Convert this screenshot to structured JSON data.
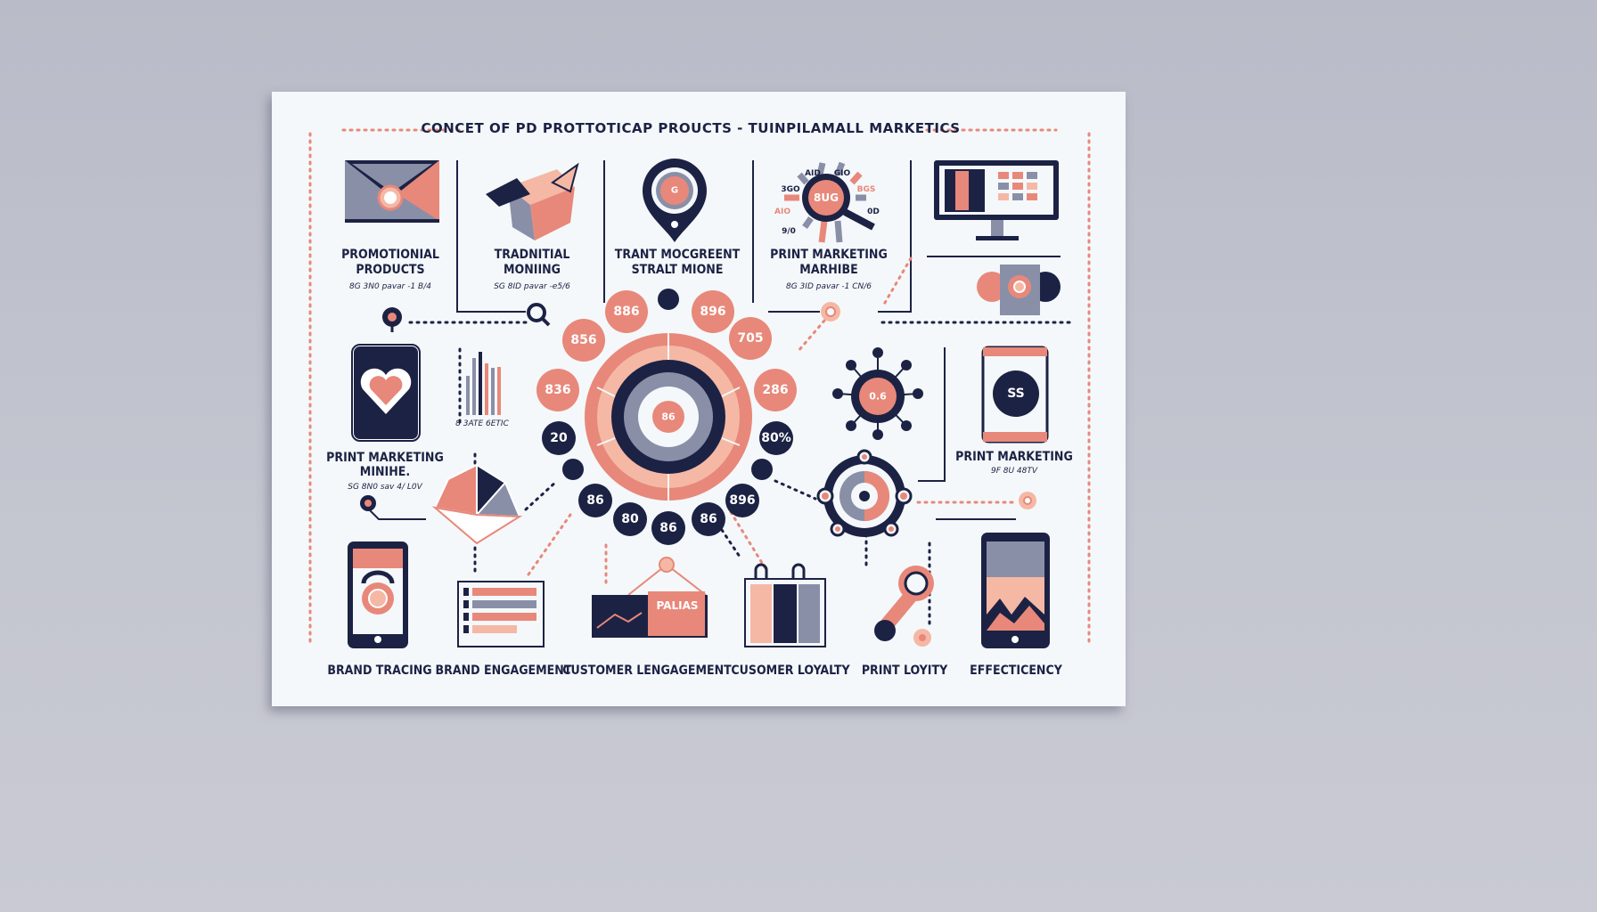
{
  "title": "CONCET OF PD PROTTOTICAP PROUCTS - TUINPILAMALL MARKETICS",
  "colors": {
    "navy": "#1c2244",
    "salmon": "#e8887a",
    "peach": "#f5b8a5",
    "grey": "#8a8fa8",
    "card": "#f4f8fa",
    "background": "#bfc1cc"
  },
  "top_items": [
    {
      "icon": "envelope-icon",
      "line1": "PROMOTIONIAL",
      "line2": "PRODUCTS",
      "sub": "8G 3N0 pavar -1 B/4"
    },
    {
      "icon": "rocket-box-icon",
      "line1": "TRADNITIAL",
      "line2": "MONIING",
      "sub": "SG 8ID pavar -e5/6"
    },
    {
      "icon": "location-pin-icon",
      "line1": "TRANT MOCGREENT",
      "line2": "STRALT MIONE",
      "sub": ""
    },
    {
      "icon": "magnifier-gear-icon",
      "line1": "PRINT MARKETING",
      "line2": "MARHIBE",
      "sub": "8G 3ID pavar -1 CN/6"
    },
    {
      "icon": "monitor-icon",
      "line1": "",
      "line2": "",
      "sub": ""
    }
  ],
  "gear_labels": [
    "AID",
    "GIO",
    "3GO",
    "BGS",
    "AIO",
    "0D",
    "9/0"
  ],
  "gear_center": "8UG",
  "pin_center": "G",
  "left_middle": {
    "line1": "PRINT MARKETING",
    "line2": "MINIHE.",
    "sub": "SG 8N0 sav 4/ L0V"
  },
  "bar_chart_label": "8 3ATE 6ETIC",
  "right_middle": {
    "line1": "PRINT MARKETING",
    "sub": "9F 8U 48TV",
    "phone_text": "SS"
  },
  "hub_center": "0.6",
  "center": {
    "value": "86",
    "bubbles_salmon": [
      "886",
      "896",
      "856",
      "705",
      "836",
      "286"
    ],
    "bubbles_navy": [
      "",
      "20",
      "80%",
      "",
      "",
      "86",
      "896",
      "80",
      "86",
      "86"
    ]
  },
  "sign_text": "PALIAS",
  "bottom_items": [
    "BRAND TRACING",
    "BRAND ENGAGEMENT",
    "CUSTOMER LENGAGEMENT",
    "CUSOMER LOYALTY",
    "PRINT LOYITY",
    "EFFECTICENCY"
  ]
}
